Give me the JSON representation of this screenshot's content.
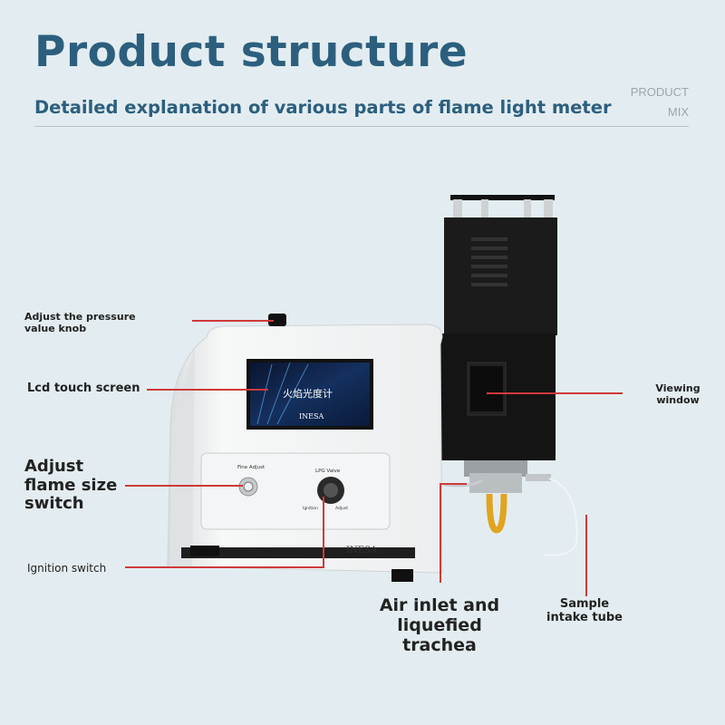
{
  "header": {
    "title": "Product structure",
    "subtitle": "Detailed explanation of various parts of flame light meter",
    "corner_top": "PRODUCT",
    "corner_bottom": "MIX"
  },
  "callouts": {
    "pressure_knob": "Adjust the pressure value knob",
    "lcd": "Lcd touch screen",
    "flame_switch": "Adjust flame size switch",
    "ignition": "Ignition switch",
    "viewing": "Viewing window",
    "air_inlet": "Air inlet and liquefied trachea",
    "sample": "Sample intake tube"
  },
  "device": {
    "screen_text": "火焰光度计",
    "screen_brand": "INESA",
    "panel_fine": "Fine  Adjust",
    "panel_lpg": "LPG  Valve",
    "panel_ignition": "Ignition",
    "panel_adjust": "Adjust",
    "front_brand": "INESA"
  },
  "colors": {
    "accent": "#2c5f7e",
    "callout_line": "#d03a3a",
    "background": "#e3edf1"
  }
}
